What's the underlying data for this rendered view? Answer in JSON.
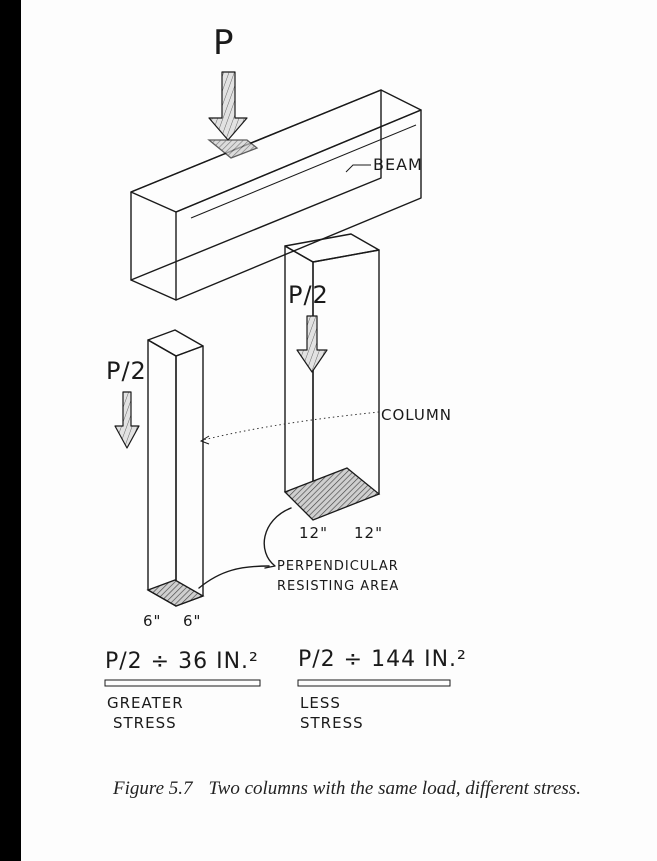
{
  "labels": {
    "load": "P",
    "beam": "BEAM",
    "load_left": "P/2",
    "load_right": "P/2",
    "column": "COLUMN",
    "dim_left_a": "6\"",
    "dim_left_b": "6\"",
    "dim_right_a": "12\"",
    "dim_right_b": "12\"",
    "resisting_area_line1": "PERPENDICULAR",
    "resisting_area_line2": "RESISTING AREA",
    "stress_left_formula": "P/2 ÷ 36 IN.²",
    "stress_left_line1": "GREATER",
    "stress_left_line2": "STRESS",
    "stress_right_formula": "P/2 ÷ 144 IN.²",
    "stress_right_line1": "LESS",
    "stress_right_line2": "STRESS"
  },
  "caption": {
    "number": "Figure 5.7",
    "text": "Two columns with the same load, different stress."
  }
}
